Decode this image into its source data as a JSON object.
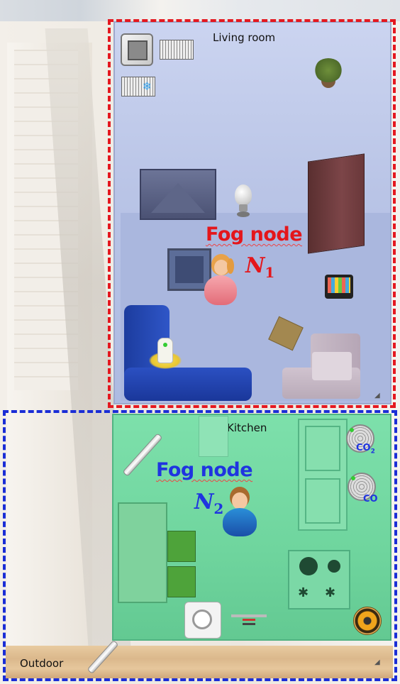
{
  "rooms": {
    "living_room": "Living room",
    "kitchen": "Kitchen",
    "outdoor": "Outdoor"
  },
  "fog_nodes": [
    {
      "label": "Fog node",
      "name": "N",
      "index": "1",
      "color": "#e4161b"
    },
    {
      "label": "Fog node",
      "name": "N",
      "index": "2",
      "color": "#1f34e0"
    }
  ],
  "sensors": {
    "co2": {
      "label": "CO",
      "sub": "2"
    },
    "co": {
      "label": "CO"
    }
  },
  "icons": [
    "window-icon",
    "radiator-icon",
    "ac-unit-icon",
    "plant-icon",
    "tv-icon",
    "lamp-icon",
    "cabinet-icon",
    "tablet-icon",
    "sofa-icon",
    "presence-sensor-icon",
    "armchair-icon",
    "side-table-icon",
    "woman-avatar-icon",
    "man-avatar-icon",
    "thermometer-icon",
    "fridge-icon",
    "stove-icon",
    "co2-sensor-icon",
    "co-sensor-icon",
    "speaker-icon",
    "washing-machine-icon",
    "range-hood-icon",
    "table-icon",
    "chair-icon"
  ]
}
